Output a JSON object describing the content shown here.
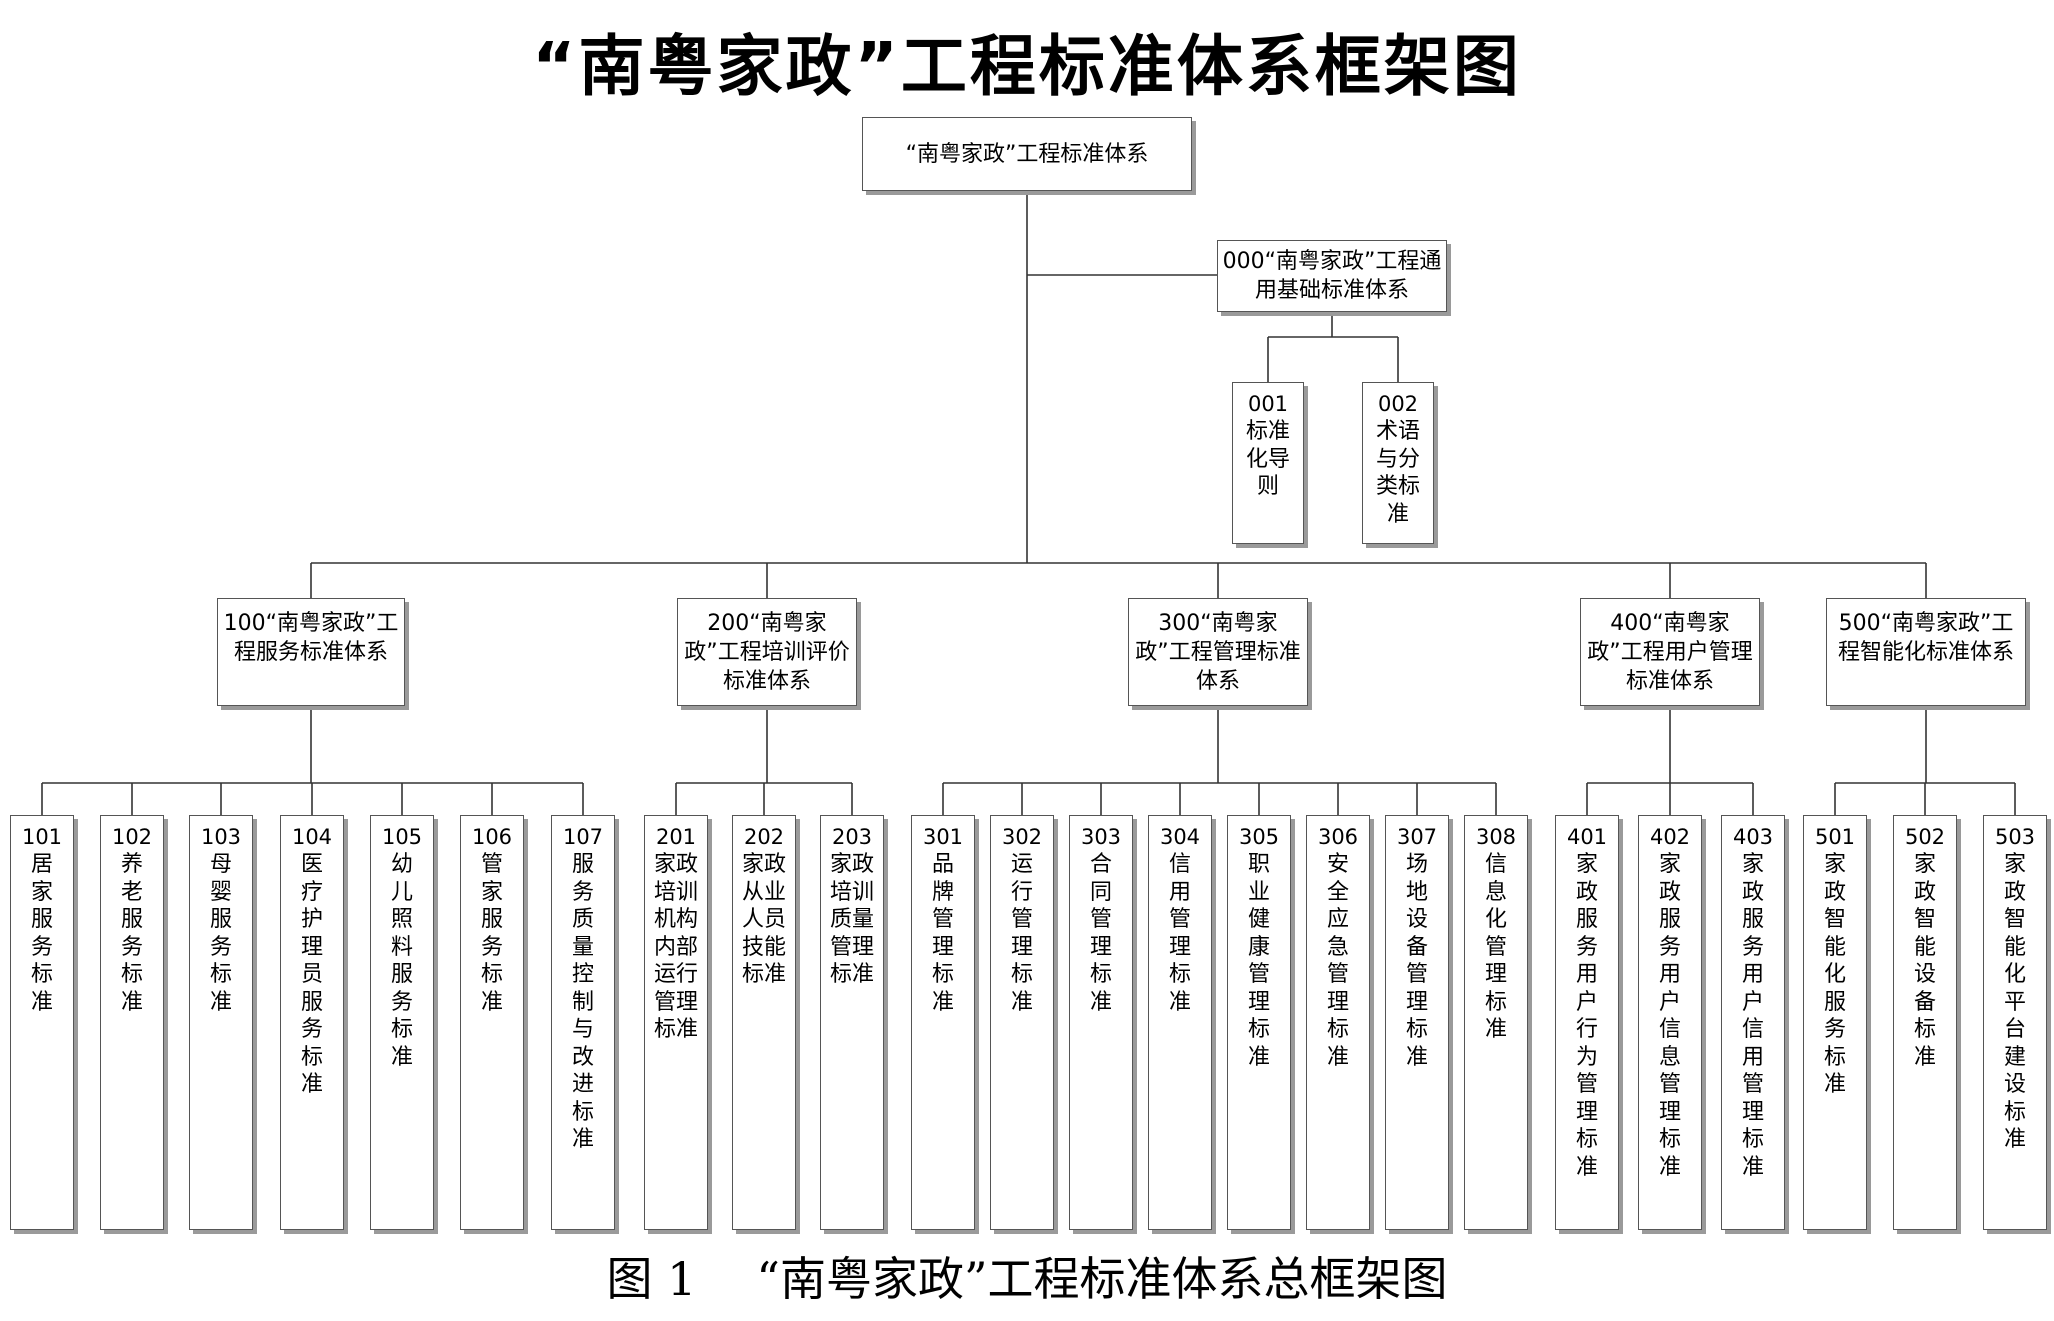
{
  "title": "“南粤家政”工程标准体系框架图",
  "caption": {
    "figure_no": "图 1",
    "text": "“南粤家政”工程标准体系总框架图"
  },
  "colors": {
    "line": "#333333",
    "border": "#555555",
    "shadow": "#9a9a9a"
  },
  "root": {
    "label": "“南粤家政”工程标准体系"
  },
  "base": {
    "label": "000“南粤家政”工程通用基础标准体系",
    "children": [
      {
        "code": "001",
        "text": "标准化导则"
      },
      {
        "code": "002",
        "text": "术语与分类标准"
      }
    ]
  },
  "groups": [
    {
      "label": "100“南粤家政”工程服务标准体系",
      "children": [
        {
          "code": "101",
          "text": "居家服务标准"
        },
        {
          "code": "102",
          "text": "养老服务标准"
        },
        {
          "code": "103",
          "text": "母婴服务标准"
        },
        {
          "code": "104",
          "text": "医疗护理员服务标准"
        },
        {
          "code": "105",
          "text": "幼儿照料服务标准"
        },
        {
          "code": "106",
          "text": "管家服务标准"
        },
        {
          "code": "107",
          "text": "服务质量控制与改进标准"
        }
      ]
    },
    {
      "label": "200“南粤家政”工程培训评价标准体系",
      "children": [
        {
          "code": "201",
          "text": "家政培训机构内部运行管理标准"
        },
        {
          "code": "202",
          "text": "家政从业人员技能标准"
        },
        {
          "code": "203",
          "text": "家政培训质量管理标准"
        }
      ]
    },
    {
      "label": "300“南粤家政”工程管理标准体系",
      "children": [
        {
          "code": "301",
          "text": "品牌管理标准"
        },
        {
          "code": "302",
          "text": "运行管理标准"
        },
        {
          "code": "303",
          "text": "合同管理标准"
        },
        {
          "code": "304",
          "text": "信用管理标准"
        },
        {
          "code": "305",
          "text": "职业健康管理标准"
        },
        {
          "code": "306",
          "text": "安全应急管理标准"
        },
        {
          "code": "307",
          "text": "场地设备管理标准"
        },
        {
          "code": "308",
          "text": "信息化管理标准"
        }
      ]
    },
    {
      "label": "400“南粤家政”工程用户管理标准体系",
      "children": [
        {
          "code": "401",
          "text": "家政服务用户行为管理标准"
        },
        {
          "code": "402",
          "text": "家政服务用户信息管理标准"
        },
        {
          "code": "403",
          "text": "家政服务用户信用管理标准"
        }
      ]
    },
    {
      "label": "500“南粤家政”工程智能化标准体系",
      "children": [
        {
          "code": "501",
          "text": "家政智能化服务标准"
        },
        {
          "code": "502",
          "text": "家政智能设备标准"
        },
        {
          "code": "503",
          "text": "家政智能化平台建设标准"
        }
      ]
    }
  ]
}
